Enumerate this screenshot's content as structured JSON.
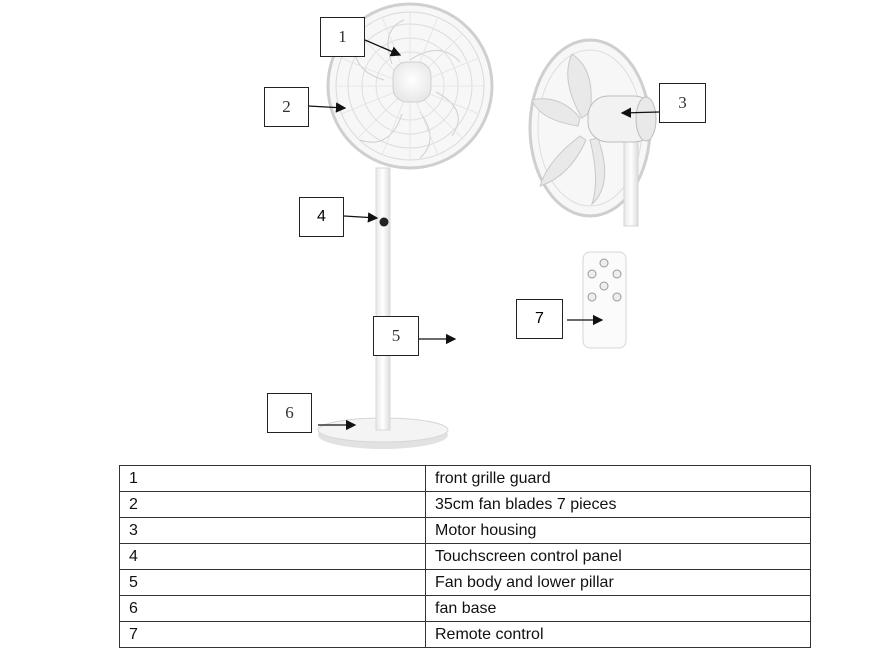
{
  "callouts": [
    {
      "number": "1"
    },
    {
      "number": "2"
    },
    {
      "number": "3"
    },
    {
      "number": "4"
    },
    {
      "number": "5"
    },
    {
      "number": "6"
    },
    {
      "number": "7"
    }
  ],
  "parts_table": {
    "rows": [
      {
        "number": "1",
        "description": "front grille guard"
      },
      {
        "number": "2",
        "description": "35cm fan blades 7 pieces"
      },
      {
        "number": "3",
        "description": "Motor housing"
      },
      {
        "number": "4",
        "description": "Touchscreen control panel"
      },
      {
        "number": "5",
        "description": "Fan body and lower pillar"
      },
      {
        "number": "6",
        "description": "fan base"
      },
      {
        "number": "7",
        "description": "Remote control"
      }
    ]
  }
}
